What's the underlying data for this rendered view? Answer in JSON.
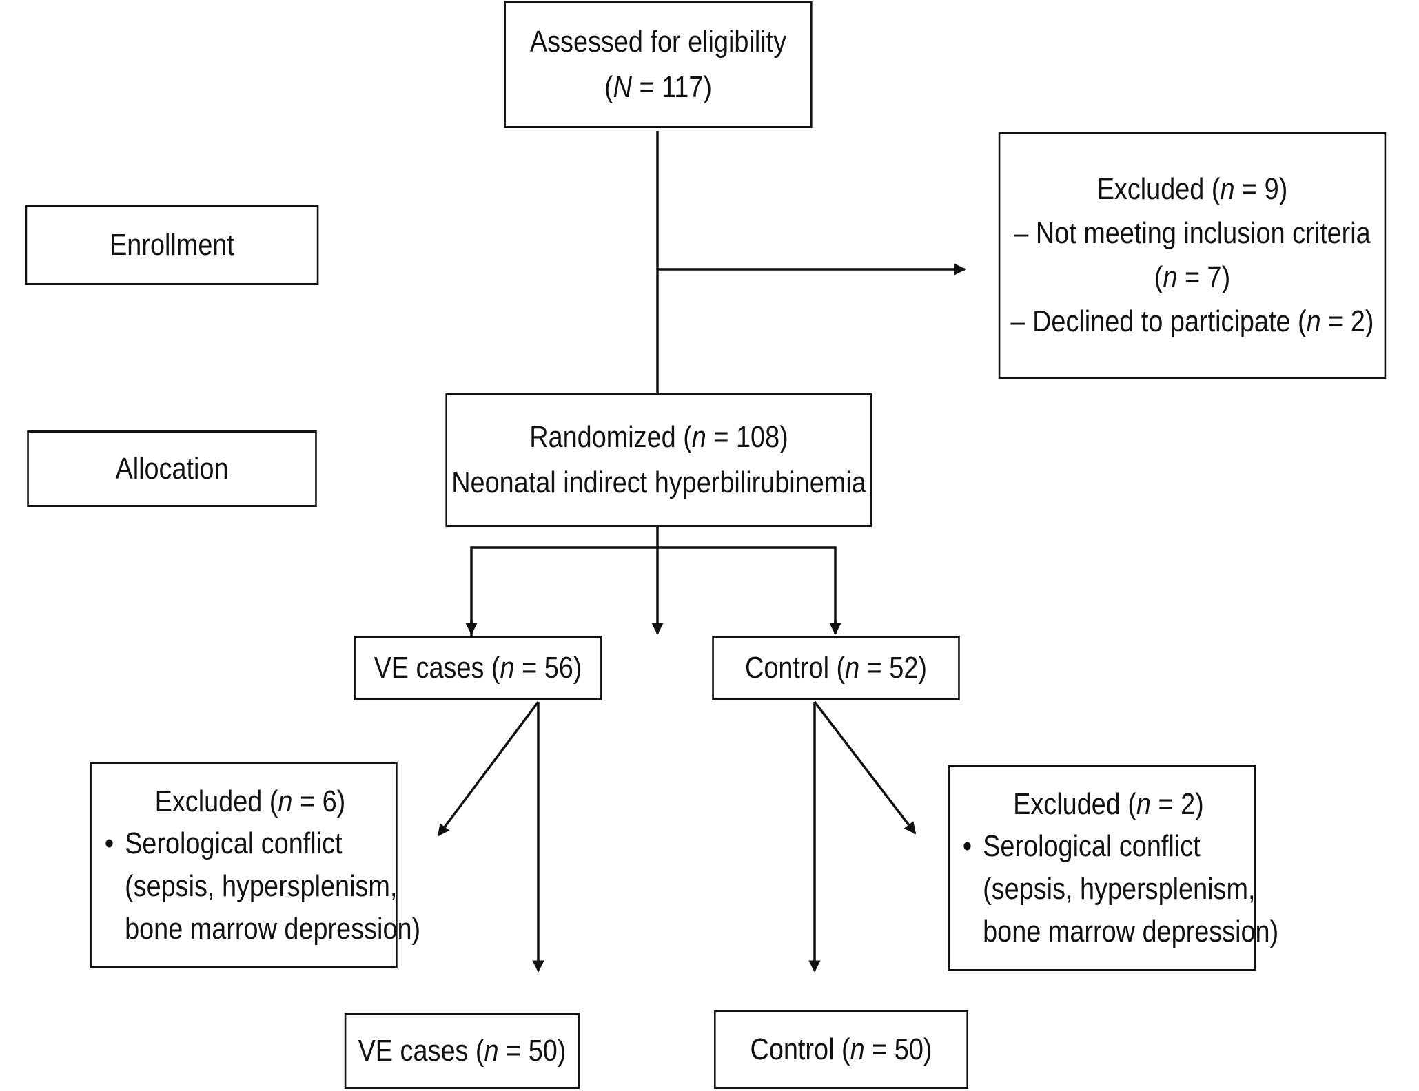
{
  "enrollment": {
    "label": "Enrollment"
  },
  "allocation": {
    "label": "Allocation"
  },
  "assessed": {
    "title": "Assessed for eligibility",
    "open": "(",
    "var": "N",
    "rest": " = 117)"
  },
  "excluded_top": {
    "head_a": "Excluded (",
    "head_var": "n",
    "head_b": " = 9)",
    "item1": "– Not meeting inclusion criteria",
    "item1b_open": "(",
    "item1b_var": "n",
    "item1b_rest": " = 7)",
    "item2_a": "– Declined to participate (",
    "item2_var": "n",
    "item2_b": " = 2)"
  },
  "randomized": {
    "a": "Randomized (",
    "var": "n",
    "b": " = 108)",
    "line2": "Neonatal indirect hyperbilirubinemia"
  },
  "ve_cases": {
    "a": "VE cases (",
    "var": "n",
    "b": " = 56)"
  },
  "control": {
    "a": "Control (",
    "var": "n",
    "b": " = 52)"
  },
  "excluded_left": {
    "head_a": "Excluded (",
    "head_var": "n",
    "head_b": " = 6)",
    "bullet": "•",
    "line1": "Serological conflict",
    "line2": "(sepsis, hypersplenism,",
    "line3": "bone marrow depression)"
  },
  "excluded_right": {
    "head_a": "Excluded (",
    "head_var": "n",
    "head_b": " = 2)",
    "bullet": "•",
    "line1": "Serological conflict",
    "line2": "(sepsis, hypersplenism,",
    "line3": "bone marrow depression)"
  },
  "ve_final": {
    "a": "VE cases (",
    "var": "n",
    "b": " = 50)"
  },
  "control_final": {
    "a": "Control (",
    "var": "n",
    "b": " = 50)"
  }
}
